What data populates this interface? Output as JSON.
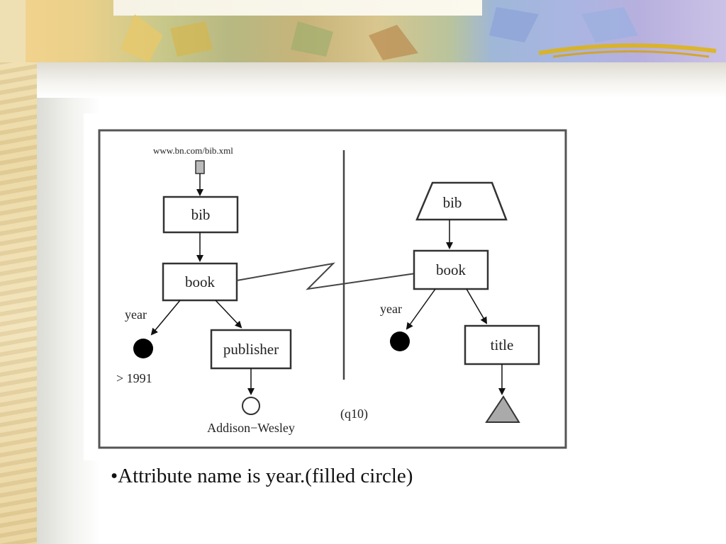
{
  "diagram": {
    "left": {
      "url_label": "www.bn.com/bib.xml",
      "bib_label": "bib",
      "book_label": "book",
      "year_label": "year",
      "year_condition": "> 1991",
      "publisher_label": "publisher",
      "publisher_value": "Addison−Wesley"
    },
    "right": {
      "bib_label": "bib",
      "book_label": "book",
      "year_label": "year",
      "title_label": "title"
    },
    "query_label": "(q10)"
  },
  "caption": "•Attribute name is year.(filled circle)"
}
